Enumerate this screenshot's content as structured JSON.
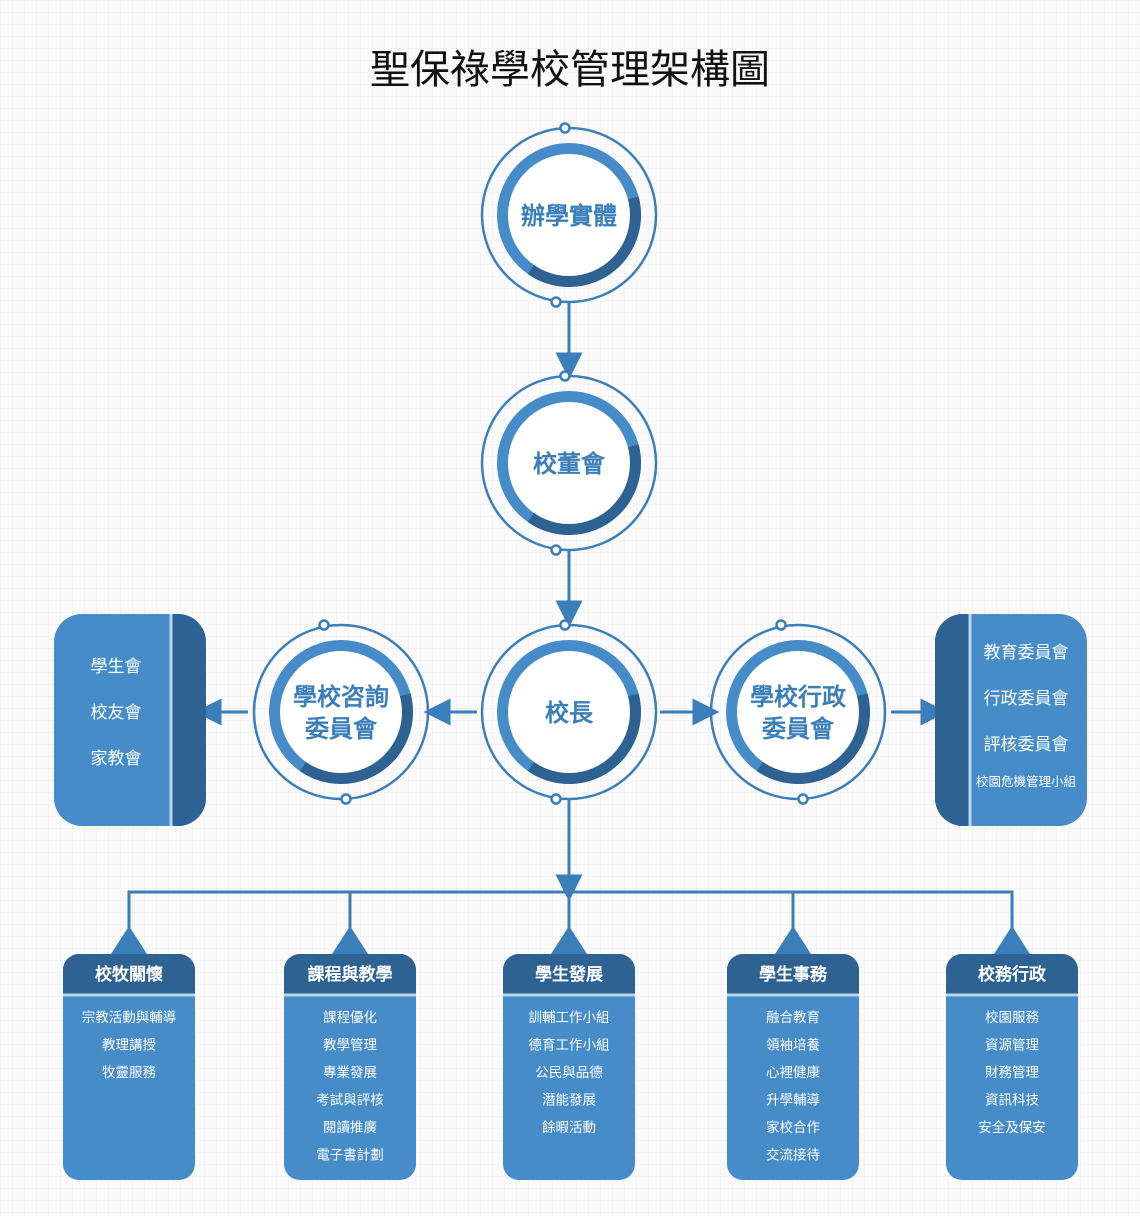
{
  "title": "聖保祿學校管理架構圖",
  "colors": {
    "primary": "#3b7fba",
    "dark": "#2d6293",
    "light": "#458cc8",
    "line": "#3b7fba"
  },
  "nodes": {
    "sponsor": [
      "辦學實體"
    ],
    "board": [
      "校董會"
    ],
    "principal": [
      "校長"
    ],
    "advisory": [
      "學校咨詢",
      "委員會"
    ],
    "admin_committee": [
      "學校行政",
      "委員會"
    ]
  },
  "left_box": {
    "items": [
      "學生會",
      "校友會",
      "家教會"
    ]
  },
  "right_box": {
    "items": [
      "教育委員會",
      "行政委員會",
      "評核委員會"
    ],
    "small_item": "校園危機管理小組"
  },
  "departments": [
    {
      "name": "校牧關懷",
      "items": [
        "宗教活動與輔導",
        "教理講授",
        "牧靈服務"
      ]
    },
    {
      "name": "課程與教學",
      "items": [
        "課程優化",
        "教學管理",
        "專業發展",
        "考試與評核",
        "閱讀推廣",
        "電子書計劃"
      ]
    },
    {
      "name": "學生發展",
      "items": [
        "訓輔工作小組",
        "德育工作小組",
        "公民與品德",
        "潛能發展",
        "餘暇活動"
      ]
    },
    {
      "name": "學生事務",
      "items": [
        "融合教育",
        "領袖培養",
        "心裡健康",
        "升學輔導",
        "家校合作",
        "交流接待"
      ]
    },
    {
      "name": "校務行政",
      "items": [
        "校園服務",
        "資源管理",
        "財務管理",
        "資訊科技",
        "安全及保安"
      ]
    }
  ]
}
